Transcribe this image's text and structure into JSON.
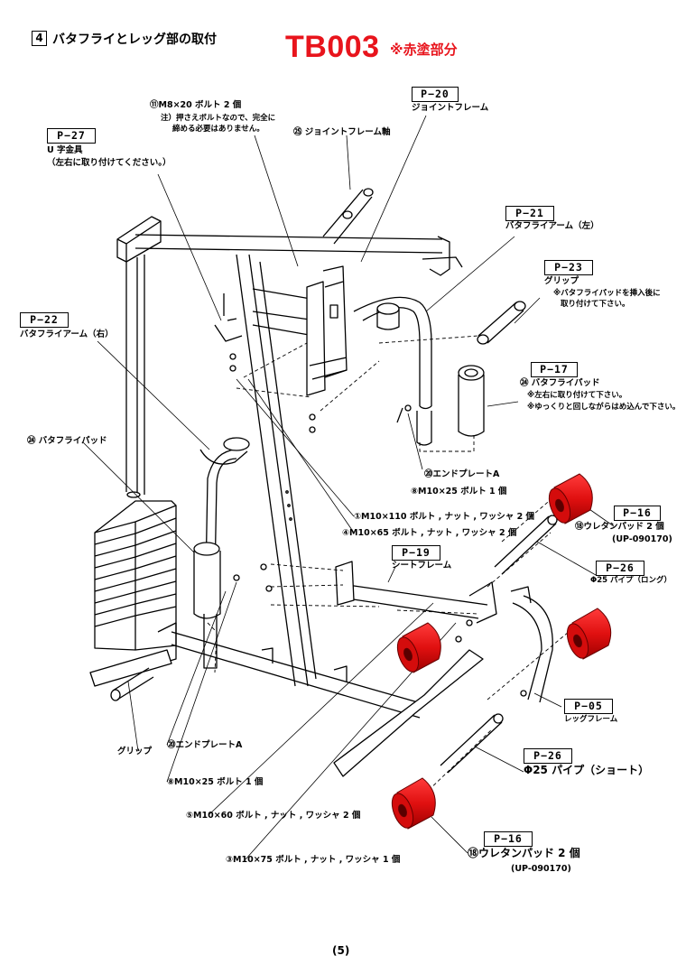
{
  "header": {
    "step_number": "4",
    "title": "バタフライとレッグ部の取付",
    "model": "TB003",
    "red_note": "※赤塗部分"
  },
  "parts": {
    "p20": {
      "code": "P−20",
      "name": "ジョイントフレーム"
    },
    "bolt11": {
      "label": "⑪M8×20 ボルト 2 個",
      "note1": "注）押さえボルトなので、完全に",
      "note2": "締める必要はありません。"
    },
    "shaft25": {
      "label": "㉕ ジョイントフレーム軸"
    },
    "p27": {
      "code": "P−27",
      "name": "U 字金具",
      "note": "（左右に取り付けてください。）"
    },
    "p21": {
      "code": "P−21",
      "name": "バタフライアーム（左）"
    },
    "p23": {
      "code": "P−23",
      "name": "グリップ",
      "note1": "※バタフライパッドを挿入後に",
      "note2": "取り付けて下さい。"
    },
    "p22": {
      "code": "P−22",
      "name": "バタフライアーム（右）"
    },
    "p17": {
      "code": "P−17",
      "name": "㉔ バタフライパッド",
      "note1": "※左右に取り付けて下さい。",
      "note2": "※ゆっくりと回しながらはめ込んで下さい。"
    },
    "pad24_left": {
      "label": "㉔ バタフライパッド"
    },
    "endplate_right": {
      "label": "⑳エンドプレートA"
    },
    "bolt8_right": {
      "label": "⑧M10×25 ボルト 1 個"
    },
    "bolt1": {
      "label": "①M10×110 ボルト , ナット , ワッシャ 2 個"
    },
    "bolt4": {
      "label": "④M10×65 ボルト , ナット , ワッシャ 2 個"
    },
    "p16_top": {
      "code": "P−16",
      "name": "⑱ウレタンパッド 2 個",
      "part_no": "(UP-090170)"
    },
    "p19": {
      "code": "P−19",
      "name": "シートフレーム"
    },
    "p26_long": {
      "code": "P−26",
      "name": "Φ25 パイプ（ロング）"
    },
    "p05": {
      "code": "P−05",
      "name": "レッグフレーム"
    },
    "p26_short": {
      "code": "P−26",
      "name": "Φ25 パイプ（ショート）"
    },
    "grip_left": {
      "label": "グリップ"
    },
    "endplate_left": {
      "label": "⑳エンドプレートA"
    },
    "bolt8_left": {
      "label": "⑧M10×25 ボルト 1 個"
    },
    "bolt5": {
      "label": "⑤M10×60 ボルト , ナット , ワッシャ 2 個"
    },
    "p16_bottom": {
      "code": "P−16",
      "name": "⑱ウレタンパッド 2 個",
      "part_no": "(UP-090170)"
    },
    "bolt3": {
      "label": "③M10×75 ボルト , ナット , ワッシャ 1 個"
    }
  },
  "page_number": "(5)",
  "colors": {
    "highlight_red": "#e8141c",
    "line": "#000000"
  }
}
